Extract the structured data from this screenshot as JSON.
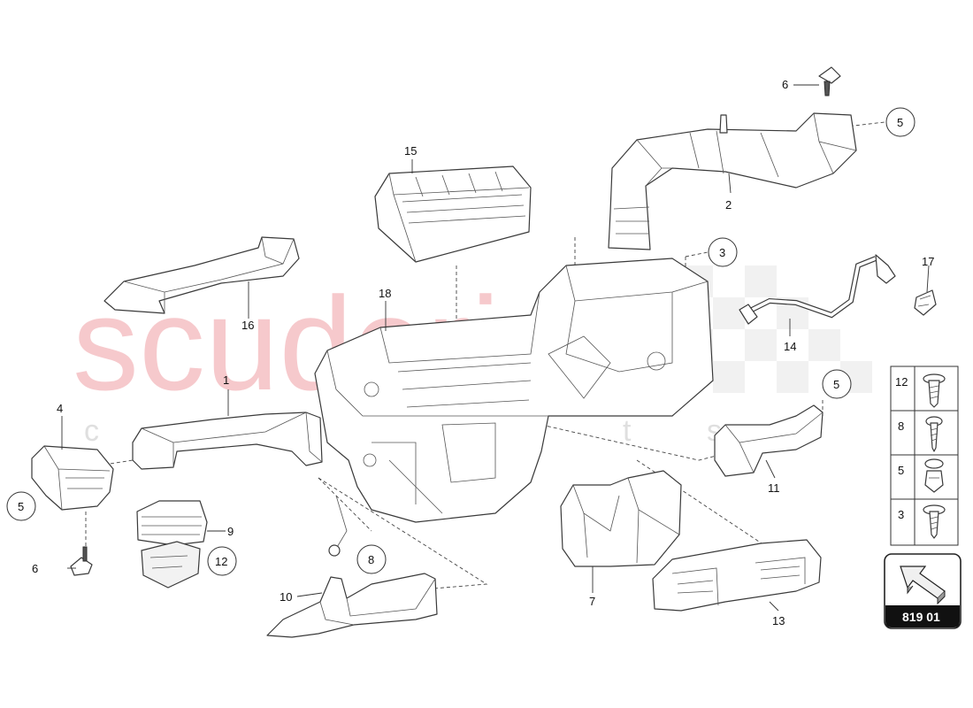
{
  "watermark": {
    "brand": "scuderia",
    "sub": "c a r p a r t s"
  },
  "labels": {
    "l1": "1",
    "l2": "2",
    "l3": "3",
    "l4": "4",
    "l5a": "5",
    "l5b": "5",
    "l5c": "5",
    "l6a": "6",
    "l6b": "6",
    "l7": "7",
    "l8": "8",
    "l9": "9",
    "l10": "10",
    "l11": "11",
    "l12": "12",
    "l13": "13",
    "l14": "14",
    "l15": "15",
    "l16": "16",
    "l17": "17",
    "l18": "18"
  },
  "fastener_table": {
    "rows": [
      "12",
      "8",
      "5",
      "3"
    ]
  },
  "reference": {
    "code": "819 01",
    "icon": "arrow-icon"
  },
  "colors": {
    "watermark": "#f3b8bc",
    "line": "#3a3a3a",
    "reference_bg": "#111111"
  }
}
